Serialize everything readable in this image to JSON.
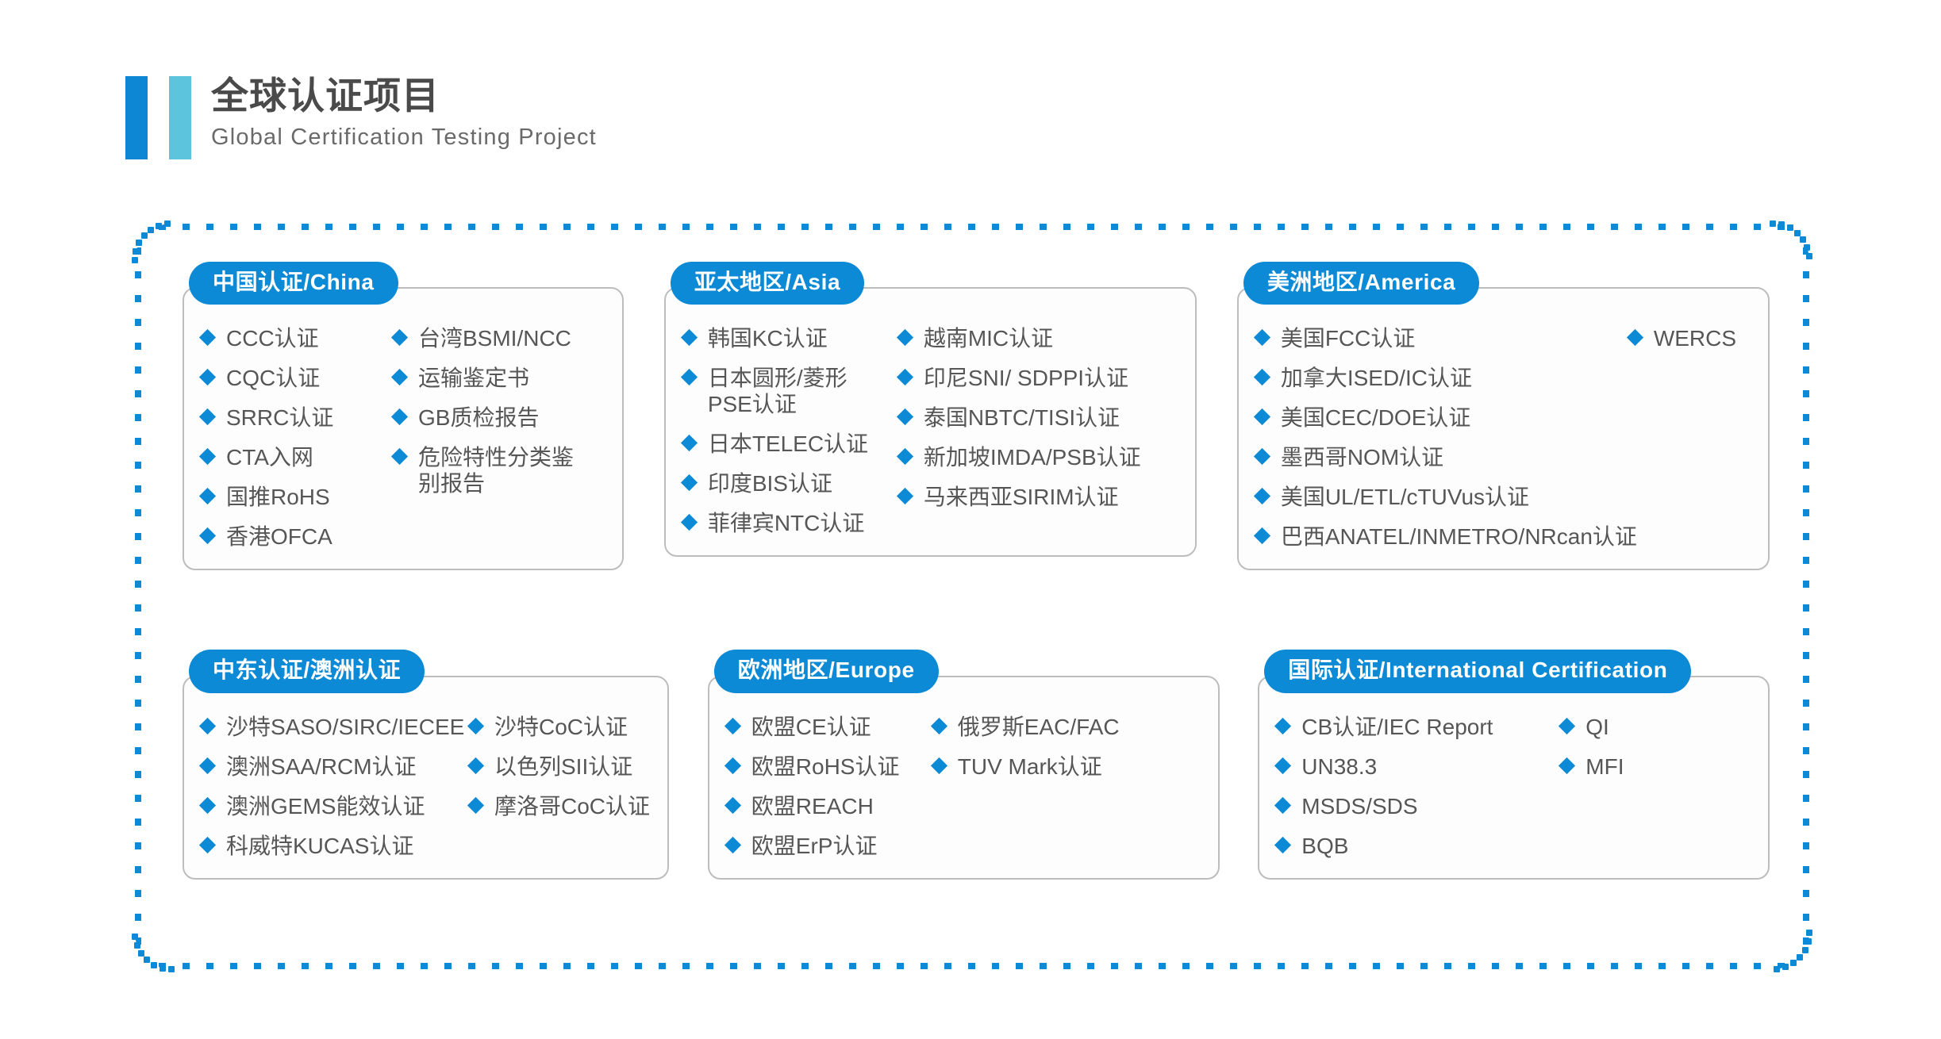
{
  "header": {
    "title_cn": "全球认证项目",
    "title_en": "Global Certification Testing Project",
    "accent_dark": "#0d86d4",
    "accent_light": "#5cc4dc"
  },
  "theme": {
    "blue": "#0d8ad6",
    "text_gray": "#565656",
    "border_gray": "#bdbdbd"
  },
  "cards": [
    {
      "id": "china",
      "title": "中国认证/China",
      "col_a": [
        "CCC认证",
        "CQC认证",
        "SRRC认证",
        "CTA入网",
        "国推RoHS",
        "香港OFCA"
      ],
      "col_b": [
        "台湾BSMI/NCC",
        "运输鉴定书",
        "GB质检报告",
        "危险特性分类鉴别报告"
      ]
    },
    {
      "id": "asia",
      "title": "亚太地区/Asia",
      "col_a": [
        "韩国KC认证",
        "日本圆形/菱形PSE认证",
        "日本TELEC认证",
        "印度BIS认证",
        "菲律宾NTC认证"
      ],
      "col_b": [
        "越南MIC认证",
        "印尼SNI/ SDPPI认证",
        "泰国NBTC/TISI认证",
        "新加坡IMDA/PSB认证",
        "马来西亚SIRIM认证"
      ]
    },
    {
      "id": "america",
      "title": "美洲地区/America",
      "col_a": [
        "美国FCC认证",
        "加拿大ISED/IC认证",
        "美国CEC/DOE认证",
        "墨西哥NOM认证",
        "美国UL/ETL/cTUVus认证",
        "巴西ANATEL/INMETRO/NRcan认证"
      ],
      "col_b": [
        "WERCS"
      ]
    },
    {
      "id": "mideast",
      "title": "中东认证/澳洲认证",
      "col_a": [
        "沙特SASO/SIRC/IECEE",
        "澳洲SAA/RCM认证",
        "澳洲GEMS能效认证",
        "科威特KUCAS认证"
      ],
      "col_b": [
        "沙特CoC认证",
        "以色列SII认证",
        "摩洛哥CoC认证"
      ]
    },
    {
      "id": "europe",
      "title": "欧洲地区/Europe",
      "col_a": [
        "欧盟CE认证",
        "欧盟RoHS认证",
        "欧盟REACH",
        "欧盟ErP认证"
      ],
      "col_b": [
        "俄罗斯EAC/FAC",
        "TUV Mark认证"
      ]
    },
    {
      "id": "intl",
      "title": "国际认证/International Certification",
      "col_a": [
        "CB认证/IEC Report",
        "UN38.3",
        "MSDS/SDS",
        "BQB"
      ],
      "col_b": [
        "QI",
        "MFI"
      ]
    }
  ]
}
